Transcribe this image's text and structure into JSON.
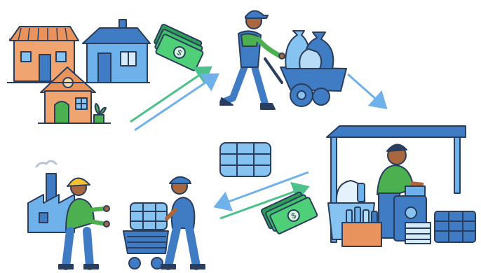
{
  "diagram": {
    "stages": [
      {
        "id": "households",
        "icon": "houses-icon"
      },
      {
        "id": "waste-collector",
        "icon": "collector-cart-icon"
      },
      {
        "id": "recycling-center",
        "icon": "recycling-stall-icon"
      },
      {
        "id": "factory-buyer",
        "icon": "factory-worker-icon"
      }
    ],
    "flows": [
      {
        "from": "households",
        "to": "waste-collector",
        "token": "money-icon",
        "color": "#4cc28a"
      },
      {
        "from": "waste-collector",
        "to": "recycling-center",
        "token": "",
        "color": "#6fb1ea"
      },
      {
        "from": "recycling-center",
        "to": "factory-buyer",
        "token": "plastic-bale-icon",
        "color": "#6fb1ea"
      },
      {
        "from": "factory-buyer",
        "to": "recycling-center",
        "token": "money-icon",
        "color": "#4cc28a"
      }
    ],
    "colors": {
      "outline": "#2a3d5c",
      "blue": "#3f7cc4",
      "light_blue": "#86c3f0",
      "green": "#4caf50",
      "money": "#3fbf6a",
      "orange": "#e8935e",
      "skin": "#a8673f",
      "hat_yellow": "#f4c430"
    }
  }
}
